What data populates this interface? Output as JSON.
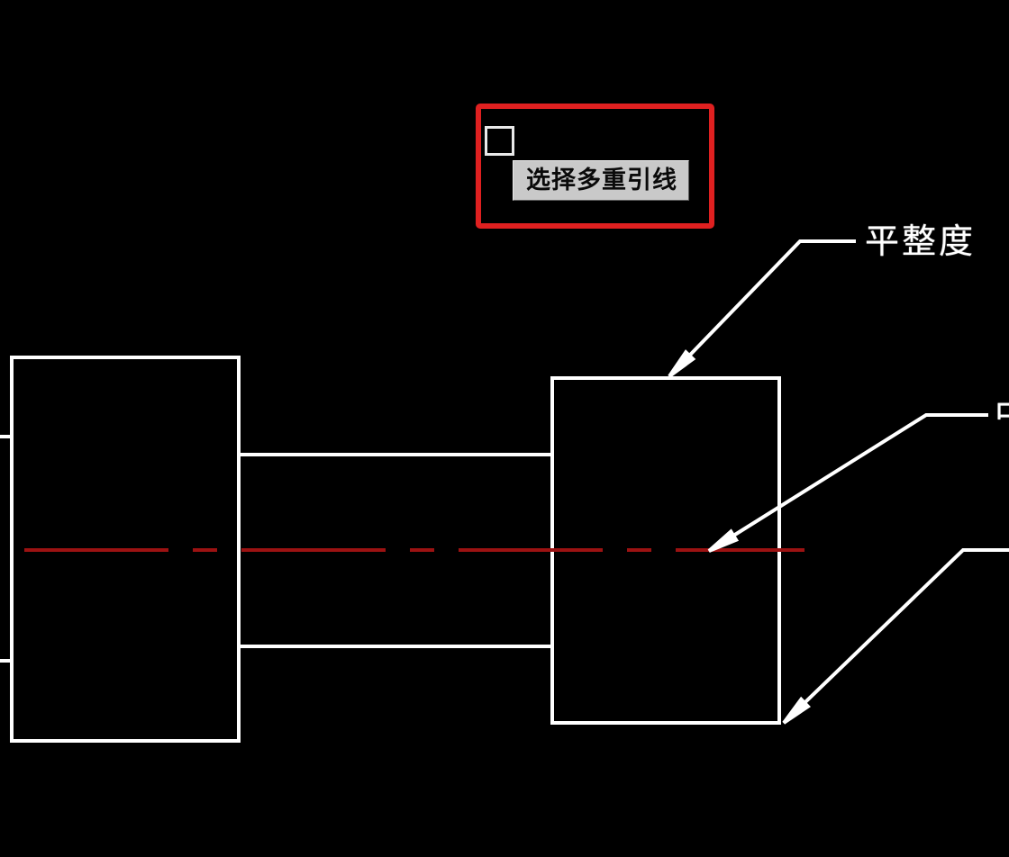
{
  "highlight": {
    "tooltip_text": "选择多重引线"
  },
  "labels": {
    "flatness": "平整度",
    "partial_right_label": "中"
  },
  "colors": {
    "background": "#000000",
    "drawing_line": "#ffffff",
    "centerline_red": "#9c1212",
    "highlight_border_red": "#df2020",
    "tooltip_background": "#c9c9c9",
    "tooltip_text": "#0a0a0a"
  }
}
